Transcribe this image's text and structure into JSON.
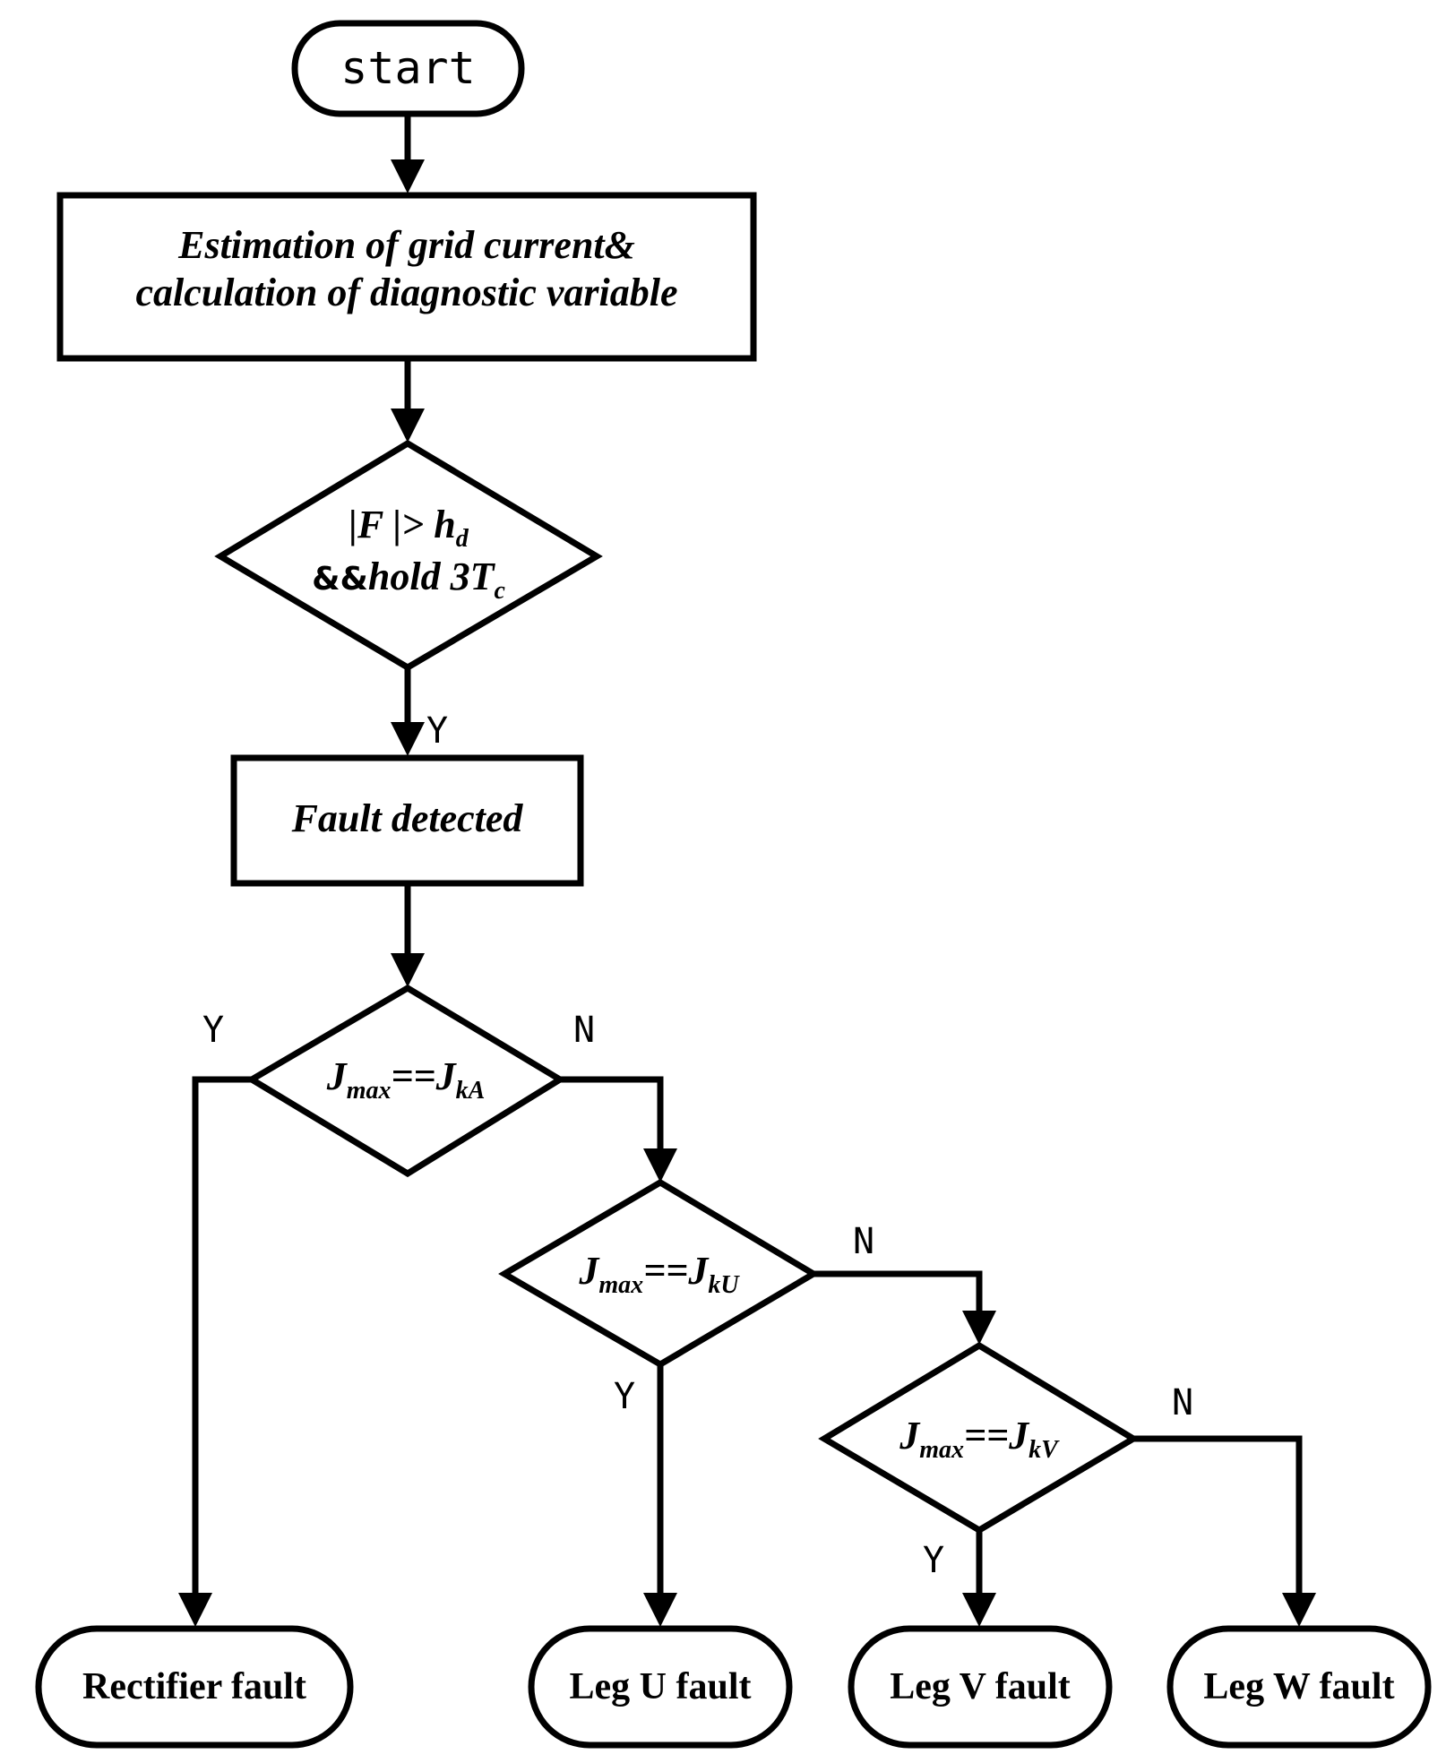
{
  "nodes": {
    "start": "start",
    "estimation": [
      "Estimation of grid current&",
      "calculation of diagnostic variable"
    ],
    "detect_condition": {
      "line1_a": "|F |> h",
      "line1_sub": "d",
      "line2_prefix": "&&",
      "line2_a": "hold 3T",
      "line2_sub": "c"
    },
    "fault_detected": "Fault detected",
    "decision_a": {
      "lhs": "J",
      "lhs_sub": "max",
      "op": "==J",
      "rhs_sub": "kA"
    },
    "decision_u": {
      "lhs": "J",
      "lhs_sub": "max",
      "op": "==J",
      "rhs_sub": "kU"
    },
    "decision_v": {
      "lhs": "J",
      "lhs_sub": "max",
      "op": "==J",
      "rhs_sub": "kV"
    },
    "rectifier_fault": "Rectifier fault",
    "leg_u_fault": "Leg U fault",
    "leg_v_fault": "Leg V fault",
    "leg_w_fault": "Leg W fault"
  },
  "edge_labels": {
    "detect_yes": "Y",
    "a_yes": "Y",
    "a_no": "N",
    "u_yes": "Y",
    "u_no": "N",
    "v_yes": "Y",
    "v_no": "N"
  }
}
